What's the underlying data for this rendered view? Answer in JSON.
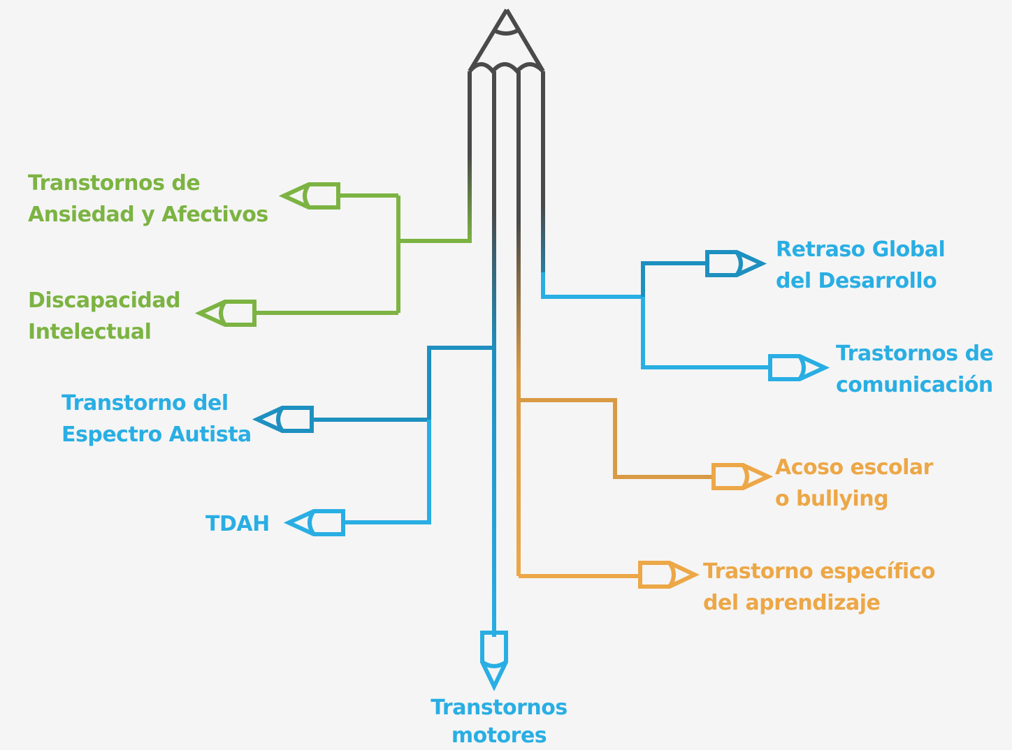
{
  "colors": {
    "green": "#7cb342",
    "blue": "#29aee3",
    "blue_dark": "#1e90c0",
    "orange": "#eca747",
    "pencil_outline": "#4a4a4a"
  },
  "nodes": {
    "anxiety": {
      "line1": "Transtornos de",
      "line2": "Ansiedad y Afectivos"
    },
    "intellectual": {
      "line1": "Discapacidad",
      "line2": "Intelectual"
    },
    "autism": {
      "line1": "Transtorno del",
      "line2": "Espectro Autista"
    },
    "adhd": {
      "line1": "TDAH"
    },
    "global_delay": {
      "line1": "Retraso Global",
      "line2": "del Desarrollo"
    },
    "communication": {
      "line1": "Trastornos de",
      "line2": "comunicación"
    },
    "bullying": {
      "line1": "Acoso escolar",
      "line2": "o bullying"
    },
    "learning": {
      "line1": "Trastorno específico",
      "line2": "del aprendizaje"
    },
    "motor": {
      "line1": "Transtornos",
      "line2": "motores"
    }
  }
}
